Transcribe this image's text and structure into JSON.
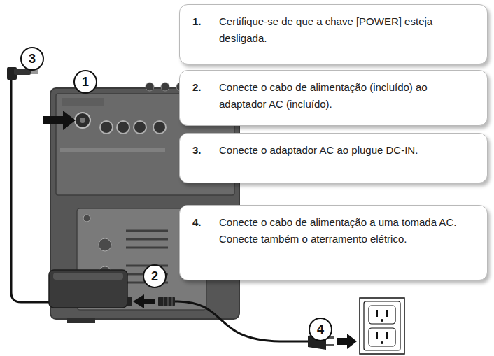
{
  "diagram": {
    "nodes": [
      {
        "text": [
          "1.",
          "Certifique-se de que a chave [POWER] esteja desligada."
        ]
      },
      {
        "text": [
          "2.",
          "Conecte o cabo de alimentação (incluído) ao adaptador AC (incluído)."
        ]
      },
      {
        "text": [
          "3.",
          "Conecte o adaptador AC ao plugue DC-IN."
        ]
      },
      {
        "text": [
          "4.",
          "Conecte o cabo de alimentação a uma tomada AC. Conecte também o aterramento elétrico."
        ]
      },
      {
        "text": [
          "1"
        ]
      },
      {
        "text": [
          "3"
        ]
      },
      {
        "text": [
          "2"
        ]
      },
      {
        "text": [
          "4"
        ]
      }
    ]
  }
}
